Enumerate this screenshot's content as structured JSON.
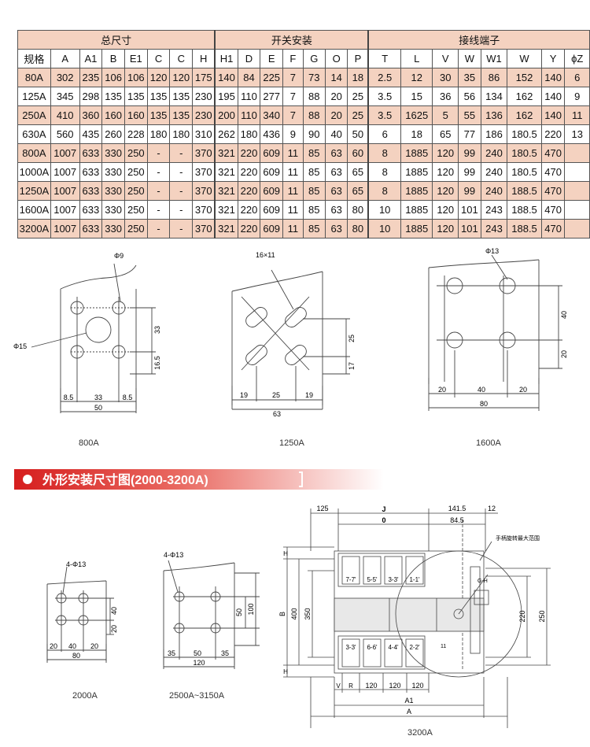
{
  "table": {
    "group_headers": [
      "总尺寸",
      "开关安装",
      "接线端子"
    ],
    "columns": [
      "规格",
      "A",
      "A1",
      "B",
      "E1",
      "C",
      "C",
      "H",
      "H1",
      "D",
      "E",
      "F",
      "G",
      "O",
      "P",
      "T",
      "L",
      "V",
      "W",
      "W1",
      "W",
      "Y",
      "ϕZ"
    ],
    "rows": [
      [
        "80A",
        "302",
        "235",
        "106",
        "106",
        "120",
        "120",
        "175",
        "140",
        "84",
        "225",
        "7",
        "73",
        "14",
        "18",
        "2.5",
        "12",
        "30",
        "35",
        "86",
        "152",
        "140",
        "6"
      ],
      [
        "125A",
        "345",
        "298",
        "135",
        "135",
        "135",
        "135",
        "230",
        "195",
        "110",
        "277",
        "7",
        "88",
        "20",
        "25",
        "3.5",
        "15",
        "36",
        "56",
        "134",
        "162",
        "140",
        "9"
      ],
      [
        "250A",
        "410",
        "360",
        "160",
        "160",
        "135",
        "135",
        "230",
        "200",
        "110",
        "340",
        "7",
        "88",
        "20",
        "25",
        "3.5",
        "1625",
        "5",
        "55",
        "136",
        "162",
        "140",
        "11"
      ],
      [
        "630A",
        "560",
        "435",
        "260",
        "228",
        "180",
        "180",
        "310",
        "262",
        "180",
        "436",
        "9",
        "90",
        "40",
        "50",
        "6",
        "18",
        "65",
        "77",
        "186",
        "180.5",
        "220",
        "13"
      ],
      [
        "800A",
        "1007",
        "633",
        "330",
        "250",
        "-",
        "-",
        "370",
        "321",
        "220",
        "609",
        "11",
        "85",
        "63",
        "60",
        "8",
        "1885",
        "120",
        "99",
        "240",
        "180.5",
        "470",
        ""
      ],
      [
        "1000A",
        "1007",
        "633",
        "330",
        "250",
        "-",
        "-",
        "370",
        "321",
        "220",
        "609",
        "11",
        "85",
        "63",
        "65",
        "8",
        "1885",
        "120",
        "99",
        "240",
        "180.5",
        "470",
        ""
      ],
      [
        "1250A",
        "1007",
        "633",
        "330",
        "250",
        "-",
        "-",
        "370",
        "321",
        "220",
        "609",
        "11",
        "85",
        "63",
        "65",
        "8",
        "1885",
        "120",
        "99",
        "240",
        "188.5",
        "470",
        ""
      ],
      [
        "1600A",
        "1007",
        "633",
        "330",
        "250",
        "-",
        "-",
        "370",
        "321",
        "220",
        "609",
        "11",
        "85",
        "63",
        "80",
        "10",
        "1885",
        "120",
        "101",
        "243",
        "188.5",
        "470",
        ""
      ],
      [
        "3200A",
        "1007",
        "633",
        "330",
        "250",
        "-",
        "-",
        "370",
        "321",
        "220",
        "609",
        "11",
        "85",
        "63",
        "80",
        "10",
        "1885",
        "120",
        "101",
        "243",
        "188.5",
        "470",
        ""
      ]
    ]
  },
  "d800": {
    "caption": "800A",
    "hole_label": "Φ9",
    "center_label": "Φ15",
    "dims": {
      "v1": "33",
      "v2": "16.5",
      "h1": "8.5",
      "h2": "33",
      "h3": "8.5",
      "total": "50"
    }
  },
  "d1250": {
    "caption": "1250A",
    "hole_label": "16×11",
    "dims": {
      "v1": "25",
      "v2": "17",
      "h1": "19",
      "h2": "25",
      "h3": "19",
      "total": "63"
    }
  },
  "d1600": {
    "caption": "1600A",
    "hole_label": "Φ13",
    "dims": {
      "v1": "40",
      "v2": "20",
      "h1": "20",
      "h2": "40",
      "h3": "20",
      "total": "80"
    }
  },
  "section_title": "外形安装尺寸图(2000-3200A)",
  "d2000": {
    "caption": "2000A",
    "hole_label": "4-Φ13",
    "dims": {
      "v1": "40",
      "v2": "20",
      "h1": "20",
      "h2": "40",
      "h3": "20",
      "total": "80"
    }
  },
  "d2500": {
    "caption": "2500A~3150A",
    "hole_label": "4-Φ13",
    "dims": {
      "v1": "50",
      "v2": "100",
      "h1": "35",
      "h2": "50",
      "h3": "35",
      "total": "120"
    }
  },
  "d3200": {
    "caption": "3200A",
    "top_dims": {
      "t1": "125",
      "J": "J",
      "t2": "141.5",
      "t3": "12",
      "O": "0",
      "t4": "84.5"
    },
    "left_dims": {
      "H_top": "H",
      "B": "B",
      "d400": "400",
      "d350": "350",
      "H_bot": "H"
    },
    "right_dims": {
      "d220": "220",
      "d250": "250"
    },
    "terminals_top": [
      "7-7'",
      "5-5'",
      "3-3'",
      "1-1'"
    ],
    "terminals_bottom": [
      "3-3'",
      "6-6'",
      "4-4'",
      "2-2'"
    ],
    "bottom_dims": {
      "V": "V",
      "R": "R",
      "b1": "120",
      "b2": "120",
      "b3": "120",
      "A1": "A1",
      "A": "A"
    },
    "handle_note": "手柄旋转最大范围",
    "handle_label": "G-H",
    "small_label": "11"
  }
}
